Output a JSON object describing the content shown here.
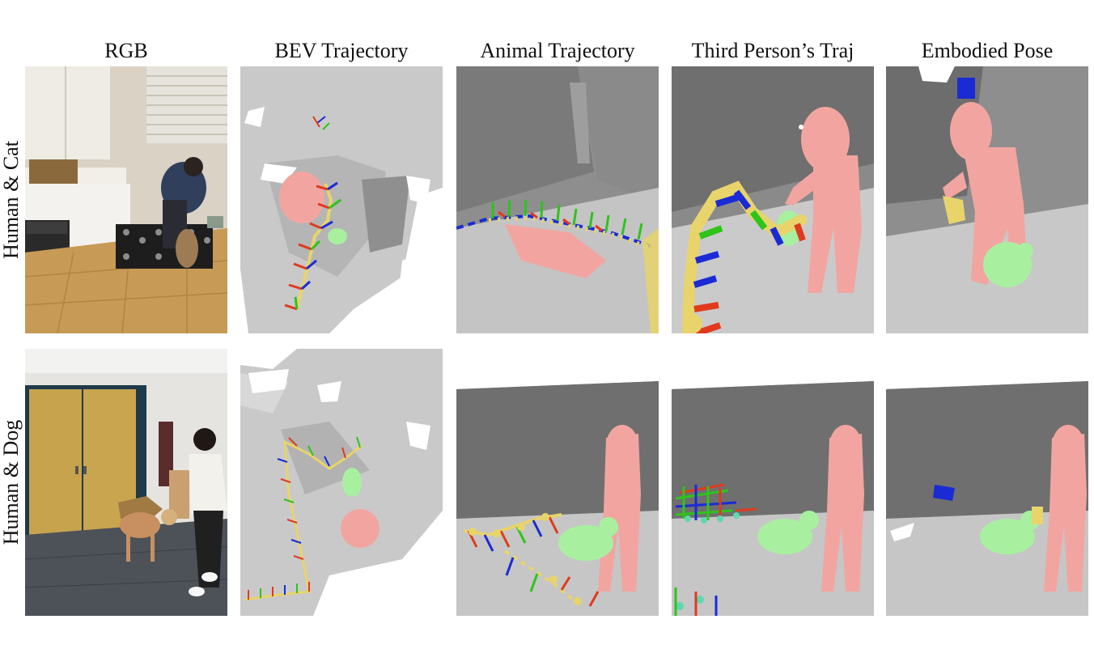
{
  "columns": [
    "RGB",
    "BEV Trajectory",
    "Animal Trajectory",
    "Third Person’s Traj",
    "Embodied Pose"
  ],
  "rows": [
    "Human & Cat",
    "Human & Dog"
  ],
  "colors": {
    "axis_x": "#e03a1e",
    "axis_y": "#2ec41a",
    "axis_z": "#1a2bd6",
    "trajectory_point": "#e8d46a",
    "human_mesh": "#f2a5a0",
    "animal_mesh": "#a8f0a0",
    "scene_gray": "#9a9a9a"
  }
}
